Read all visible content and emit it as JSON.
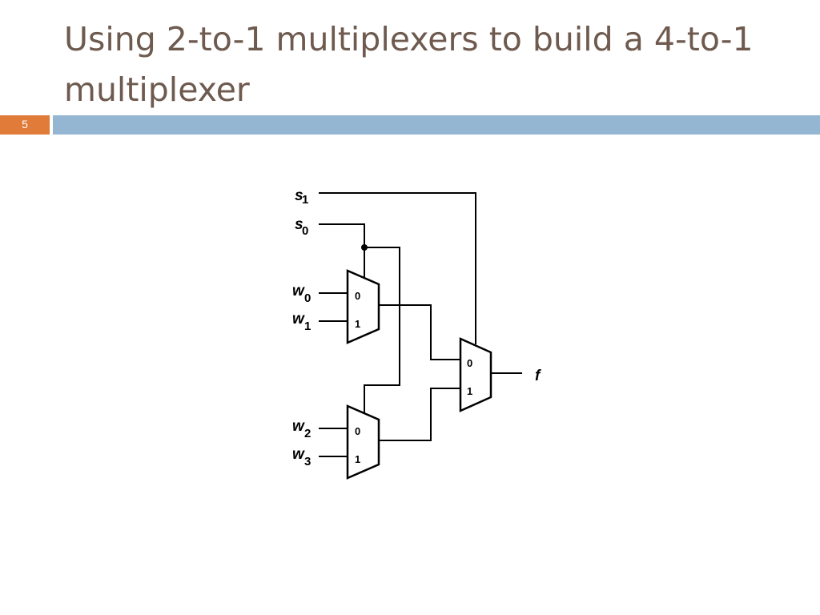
{
  "slide": {
    "title": "Using 2-to-1 multiplexers to build a 4-to-1 multiplexer",
    "number": "5"
  },
  "diagram": {
    "signals": {
      "s1": {
        "name": "s",
        "sub": "1"
      },
      "s0": {
        "name": "s",
        "sub": "0"
      },
      "w0": {
        "name": "w",
        "sub": "0"
      },
      "w1": {
        "name": "w",
        "sub": "1"
      },
      "w2": {
        "name": "w",
        "sub": "2"
      },
      "w3": {
        "name": "w",
        "sub": "3"
      },
      "f": {
        "name": "f"
      }
    },
    "mux_top": {
      "in0": "0",
      "in1": "1"
    },
    "mux_bottom": {
      "in0": "0",
      "in1": "1"
    },
    "mux_out": {
      "in0": "0",
      "in1": "1"
    }
  }
}
